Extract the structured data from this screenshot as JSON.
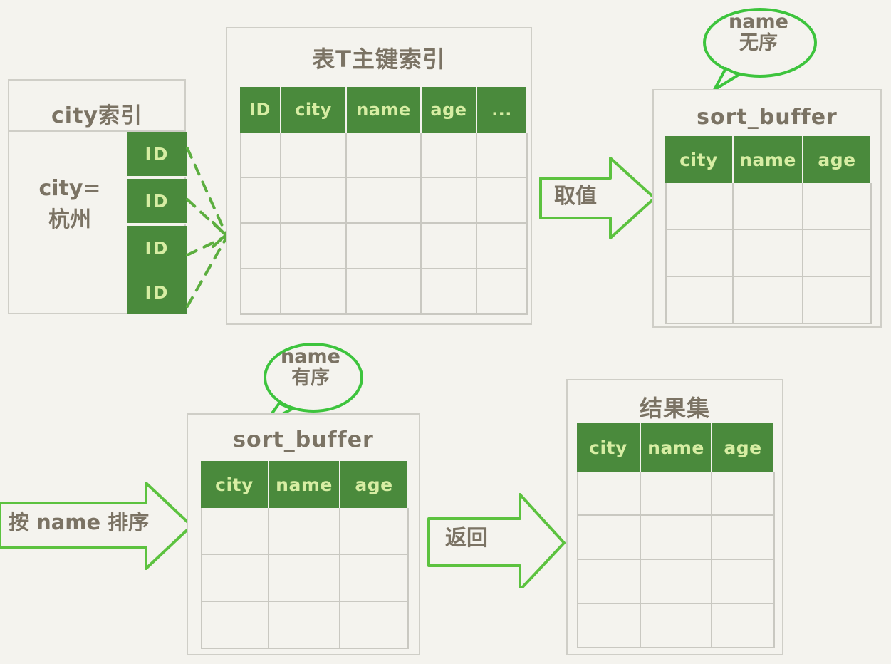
{
  "diagram": {
    "title": "MySQL order by sort_buffer flow",
    "background_color": "#f4f3ee",
    "accent_green": "#4a8a3c",
    "header_text_color": "#d7eda3",
    "ink_color": "#7b7364",
    "arrow_color": "#5cc23f"
  },
  "city_index": {
    "title": "city索引",
    "condition": "city=\n杭州",
    "condition_line1": "city=",
    "condition_line2": "杭州",
    "id_cells": [
      "ID",
      "ID",
      "ID",
      "ID"
    ]
  },
  "pk_table": {
    "title": "表T主键索引",
    "columns": [
      "ID",
      "city",
      "name",
      "age",
      "..."
    ],
    "empty_row_count": 4
  },
  "sort_buffer_unsorted": {
    "title": "sort_buffer",
    "columns": [
      "city",
      "name",
      "age"
    ],
    "empty_row_count": 3,
    "callout_line1": "name",
    "callout_line2": "无序"
  },
  "sort_buffer_sorted": {
    "title": "sort_buffer",
    "columns": [
      "city",
      "name",
      "age"
    ],
    "empty_row_count": 3,
    "callout_line1": "name",
    "callout_line2": "有序"
  },
  "result_set": {
    "title": "结果集",
    "columns": [
      "city",
      "name",
      "age"
    ],
    "empty_row_count": 4
  },
  "arrows": {
    "fetch_value": "取值",
    "sort_by_name": "按 name 排序",
    "return": "返回"
  }
}
